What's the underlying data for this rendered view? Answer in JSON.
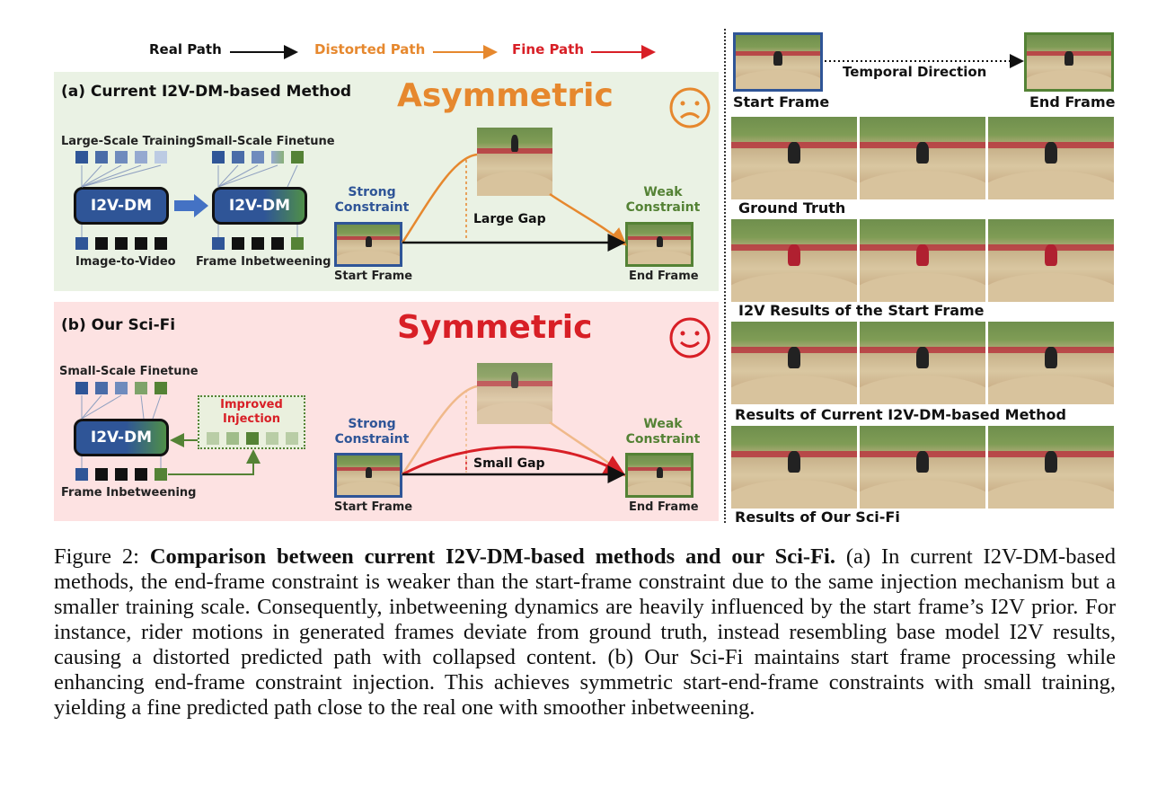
{
  "legend": {
    "real_path": "Real Path",
    "distorted_path": "Distorted Path",
    "fine_path": "Fine Path",
    "colors": {
      "real": "#111111",
      "distorted": "#e6882e",
      "fine": "#d81f26"
    }
  },
  "panel_a": {
    "title": "(a) Current I2V-DM-based Method",
    "heading": "Asymmetric",
    "large_scale_training": "Large-Scale Training",
    "small_scale_finetune": "Small-Scale Finetune",
    "model_label_1": "I2V-DM",
    "model_label_2": "I2V-DM",
    "image_to_video": "Image-to-Video",
    "frame_inbetweening": "Frame Inbetweening",
    "strong_constraint": "Strong\nConstraint",
    "weak_constraint": "Weak\nConstraint",
    "gap": "Large Gap",
    "start_frame": "Start Frame",
    "end_frame": "End Frame",
    "face": "sad-face-icon"
  },
  "panel_b": {
    "title": "(b) Our Sci-Fi",
    "heading": "Symmetric",
    "small_scale_finetune": "Small-Scale Finetune",
    "model_label": "I2V-DM",
    "improved_injection": "Improved\nInjection",
    "frame_inbetweening": "Frame Inbetweening",
    "strong_constraint": "Strong\nConstraint",
    "weak_constraint": "Weak\nConstraint",
    "gap": "Small Gap",
    "start_frame": "Start Frame",
    "end_frame": "End Frame",
    "face": "happy-face-icon"
  },
  "right": {
    "start_frame": "Start Frame",
    "end_frame": "End Frame",
    "temporal_direction": "Temporal Direction",
    "rows": [
      "Ground Truth",
      "I2V Results of the Start Frame",
      "Results of Current I2V-DM-based Method",
      "Results of Our Sci-Fi"
    ]
  },
  "caption": {
    "label": "Figure 2: ",
    "bold": "Comparison between current I2V-DM-based methods and our Sci-Fi.",
    "body": " (a) In current I2V-DM-based methods, the end-frame constraint is weaker than the start-frame constraint due to the same injection mechanism but a smaller training scale. Consequently, inbetweening dynamics are heavily influenced by the start frame’s I2V prior. For instance, rider motions in generated frames deviate from ground truth, instead resembling base model I2V results, causing a distorted predicted path with collapsed content. (b) Our Sci-Fi maintains start frame processing while enhancing end-frame constraint injection. This achieves symmetric start-end-frame constraints with small training, yielding a fine predicted path close to the real one with smoother inbetweening."
  },
  "colors": {
    "orange": "#e6882e",
    "red": "#d81f26",
    "blue": "#2f5597",
    "green": "#548235"
  }
}
